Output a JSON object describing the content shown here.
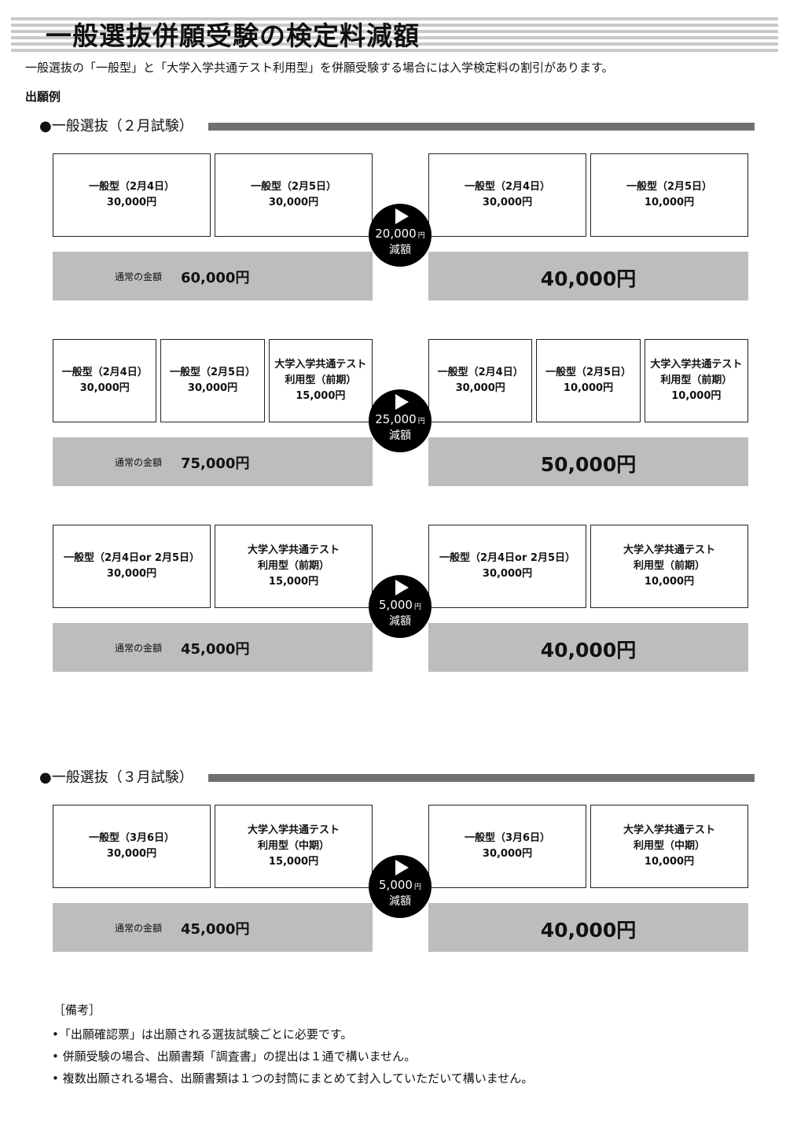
{
  "title": "一般選抜併願受験の検定料減額",
  "intro": "一般選抜の「一般型」と「大学入学共通テスト利用型」を併願受験する場合には入学検定料の割引があります。",
  "subheading": "出願例",
  "sections": [
    {
      "heading": "●一般選抜（２月試験）",
      "examples": [
        {
          "before": [
            [
              "一般型（2月4日）",
              "30,000円"
            ],
            [
              "一般型（2月5日）",
              "30,000円"
            ]
          ],
          "after": [
            [
              "一般型（2月4日）",
              "30,000円"
            ],
            [
              "一般型（2月5日）",
              "10,000円"
            ]
          ],
          "discount_amount": "20,000",
          "normal_label": "通常の金額",
          "normal_amount": "60,000円",
          "result_amount": "40,000円"
        },
        {
          "before": [
            [
              "一般型（2月4日）",
              "30,000円"
            ],
            [
              "一般型（2月5日）",
              "30,000円"
            ],
            [
              "大学入学共通テスト",
              "利用型（前期）",
              "15,000円"
            ]
          ],
          "after": [
            [
              "一般型（2月4日）",
              "30,000円"
            ],
            [
              "一般型（2月5日）",
              "10,000円"
            ],
            [
              "大学入学共通テスト",
              "利用型（前期）",
              "10,000円"
            ]
          ],
          "discount_amount": "25,000",
          "normal_label": "通常の金額",
          "normal_amount": "75,000円",
          "result_amount": "50,000円"
        },
        {
          "before": [
            [
              "一般型（2月4日or 2月5日）",
              "30,000円"
            ],
            [
              "大学入学共通テスト",
              "利用型（前期）",
              "15,000円"
            ]
          ],
          "after": [
            [
              "一般型（2月4日or 2月5日）",
              "30,000円"
            ],
            [
              "大学入学共通テスト",
              "利用型（前期）",
              "10,000円"
            ]
          ],
          "discount_amount": "5,000",
          "normal_label": "通常の金額",
          "normal_amount": "45,000円",
          "result_amount": "40,000円"
        }
      ]
    },
    {
      "heading": "●一般選抜（３月試験）",
      "examples": [
        {
          "before": [
            [
              "一般型（3月6日）",
              "30,000円"
            ],
            [
              "大学入学共通テスト",
              "利用型（中期）",
              "15,000円"
            ]
          ],
          "after": [
            [
              "一般型（3月6日）",
              "30,000円"
            ],
            [
              "大学入学共通テスト",
              "利用型（中期）",
              "10,000円"
            ]
          ],
          "discount_amount": "5,000",
          "normal_label": "通常の金額",
          "normal_amount": "45,000円",
          "result_amount": "40,000円"
        }
      ]
    }
  ],
  "discount_unit": "円",
  "discount_label": "減額",
  "notes_title": "［備考］",
  "notes": [
    "•「出願確認票」は出願される選抜試験ごとに必要です。",
    "• 併願受験の場合、出願書類「調査書」の提出は１通で構いません。",
    "• 複数出願される場合、出願書類は１つの封筒にまとめて封入していただいて構いません。"
  ]
}
